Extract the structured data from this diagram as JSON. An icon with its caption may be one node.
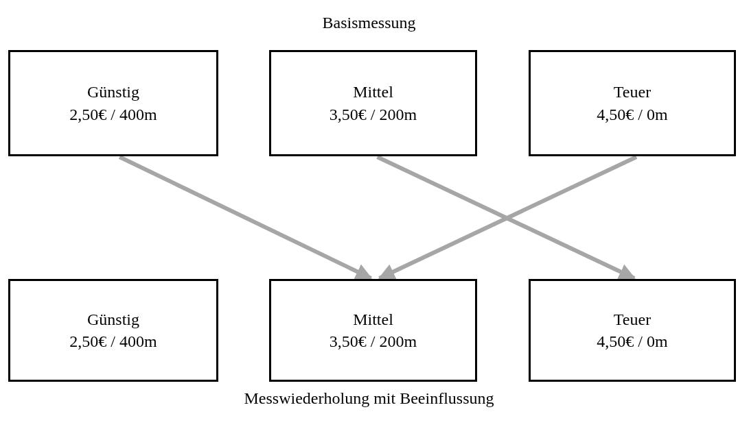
{
  "diagram": {
    "title": "Basismessung",
    "caption": "Messwiederholung mit Beeinflussung",
    "nodes": [
      {
        "text": [
          "Günstig",
          "2,50€ / 400m"
        ]
      },
      {
        "text": [
          "Mittel",
          "3,50€ / 200m"
        ]
      },
      {
        "text": [
          "Teuer",
          "4,50€ / 0m"
        ]
      },
      {
        "text": [
          "Günstig",
          "2,50€ / 400m"
        ]
      },
      {
        "text": [
          "Mittel",
          "3,50€ / 200m"
        ]
      },
      {
        "text": [
          "Teuer",
          "4,50€ / 0m"
        ]
      }
    ],
    "edges": [
      {
        "from": 0,
        "to": 4,
        "arrow": "to"
      },
      {
        "from": 1,
        "to": 5,
        "arrow": "to"
      },
      {
        "from": 2,
        "to": 4,
        "arrow": "to"
      }
    ]
  }
}
